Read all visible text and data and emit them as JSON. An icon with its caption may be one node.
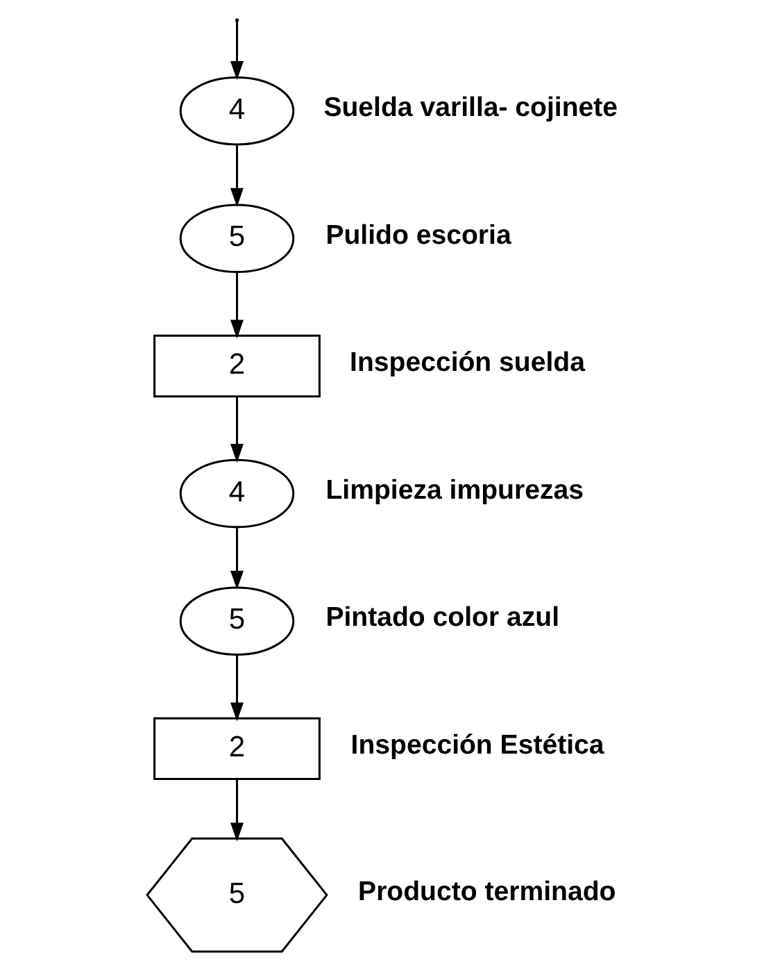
{
  "diagram": {
    "nodes": [
      {
        "text": [
          "4"
        ],
        "beside": [
          "Suelda varilla- cojinete"
        ]
      },
      {
        "text": [
          "5"
        ],
        "beside": [
          "Pulido escoria"
        ]
      },
      {
        "text": [
          "2"
        ],
        "beside": [
          "Inspección suelda"
        ]
      },
      {
        "text": [
          "4"
        ],
        "beside": [
          "Limpieza impurezas"
        ]
      },
      {
        "text": [
          "5"
        ],
        "beside": [
          "Pintado color azul"
        ]
      },
      {
        "text": [
          "2"
        ],
        "beside": [
          "Inspección Estética"
        ]
      },
      {
        "text": [
          "5"
        ],
        "beside": [
          "Producto terminado"
        ]
      }
    ],
    "edges": [
      {
        "from": null,
        "to": 0,
        "arrow": "to"
      },
      {
        "from": 0,
        "to": 1,
        "arrow": "to"
      },
      {
        "from": 1,
        "to": 2,
        "arrow": "to"
      },
      {
        "from": 2,
        "to": 3,
        "arrow": "to"
      },
      {
        "from": 3,
        "to": 4,
        "arrow": "to"
      },
      {
        "from": 4,
        "to": 5,
        "arrow": "to"
      },
      {
        "from": 5,
        "to": 6,
        "arrow": "to"
      }
    ]
  }
}
